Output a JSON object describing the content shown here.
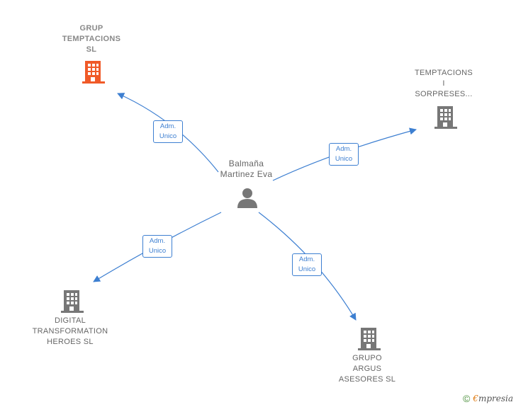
{
  "center": {
    "name": "Balmaña\nMartinez Eva"
  },
  "companies": [
    {
      "id": "grup",
      "name": "GRUP\nTEMPTACIONS\nSL",
      "highlight": true
    },
    {
      "id": "temptacions",
      "name": "TEMPTACIONS\nI\nSORPRESES...",
      "highlight": false
    },
    {
      "id": "digital",
      "name": "DIGITAL\nTRANSFORMATION\nHEROES SL",
      "highlight": false
    },
    {
      "id": "argus",
      "name": "GRUPO\nARGUS\nASESORES SL",
      "highlight": false
    }
  ],
  "edges": [
    {
      "line1": "Adm.",
      "line2": "Unico"
    },
    {
      "line1": "Adm.",
      "line2": "Unico"
    },
    {
      "line1": "Adm.",
      "line2": "Unico"
    },
    {
      "line1": "Adm.",
      "line2": "Unico"
    }
  ],
  "footer": {
    "copyright": "©",
    "brand_first": "€",
    "brand_rest": "mpresia"
  },
  "colors": {
    "edge": "#3d7fd1",
    "building": "#777777",
    "building_highlight": "#f05a28",
    "person": "#777777"
  }
}
